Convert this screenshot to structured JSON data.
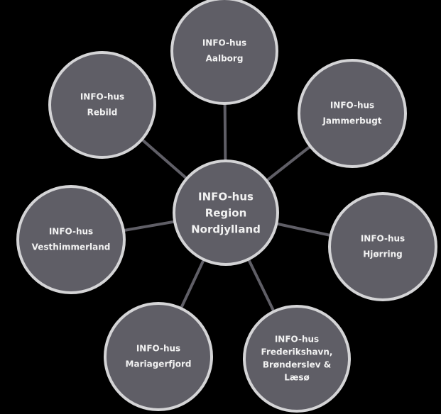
{
  "colors": {
    "background": "#000000",
    "node_fill": "#5f5e66",
    "node_stroke": "#d4d4d6",
    "connector": "#5f5e66",
    "text": "#f2f2f2"
  },
  "center": {
    "lines": [
      "INFO-hus",
      "Region",
      "Nordjylland"
    ]
  },
  "nodes": [
    {
      "id": "aalborg",
      "lines": [
        "INFO-hus",
        "Aalborg"
      ]
    },
    {
      "id": "jammerbugt",
      "lines": [
        "INFO-hus",
        "Jammerbugt"
      ]
    },
    {
      "id": "hjorring",
      "lines": [
        "INFO-hus",
        "Hjørring"
      ]
    },
    {
      "id": "frederikshavn",
      "lines": [
        "INFO-hus",
        "Frederikshavn,",
        "Brønderslev &",
        "Læsø"
      ]
    },
    {
      "id": "mariagerfjord",
      "lines": [
        "INFO-hus",
        "Mariagerfjord"
      ]
    },
    {
      "id": "vesthimmerland",
      "lines": [
        "INFO-hus",
        "Vesthimmerland"
      ]
    },
    {
      "id": "rebild",
      "lines": [
        "INFO-hus",
        "Rebild"
      ]
    }
  ]
}
